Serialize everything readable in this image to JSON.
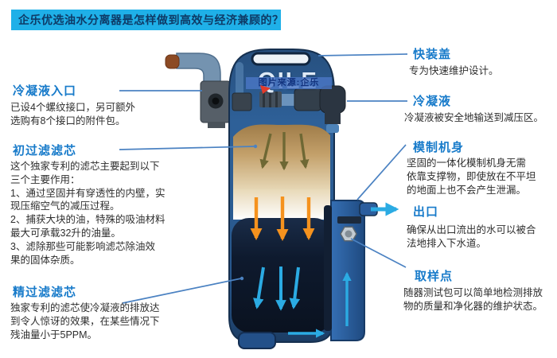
{
  "title": "企乐优选油水分离器是怎样做到高效与经济兼顾的？",
  "brand": {
    "logo": "QILE",
    "watermark": "图片来源:企乐"
  },
  "left_labels": [
    {
      "heading": "冷凝液入口",
      "body": "已设4个螺纹接口，另可额外\n选购有8个接口的附件包。"
    },
    {
      "heading": "初过滤滤芯",
      "body": "这个独家专利的滤芯主要起到以下\n三个主要作用：\n1、通过坚固并有穿透性的内壁，实\n现压缩空气的减压过程。\n2、捕获大块的油，特殊的吸油材料\n最大可承载32升的油量。\n3、滤除那些可能影响滤芯除油效\n果的固体杂质。"
    },
    {
      "heading": "精过滤滤芯",
      "body": "独家专利的滤芯使冷凝液的排放达\n到令人惊讶的效果，在某些情况下\n残油量小于5PPM。"
    }
  ],
  "right_labels": [
    {
      "heading": "快装盖",
      "body": "专为快速维护设计。"
    },
    {
      "heading": "冷凝液",
      "body": "冷凝液被安全地输送到减压区。"
    },
    {
      "heading": "模制机身",
      "body": "坚固的一体化模制机身无需\n依靠支撑物，即使放在不平坦\n的地面上也不会产生泄漏。"
    },
    {
      "heading": "出口",
      "body": "确保从出口流出的水可以被合\n法地排入下水道。"
    },
    {
      "heading": "取样点",
      "body": "随器测试包可以简单地检测排放\n物的质量和净化器的维护状态。"
    }
  ],
  "colors": {
    "banner_bg": "#1fb0e8",
    "banner_text": "#0e3a66",
    "heading_blue": "#187bca",
    "body_text": "#2e2e2e",
    "connector_line": "#4b82c2",
    "tank_blue": "#2b5f9b",
    "tank_dark": "#16304f",
    "filter_tan": "#c09a63",
    "chamber_dark": "#0d1726",
    "arrow_orange": "#f5921e",
    "arrow_cyan": "#2babe3",
    "arrow_olive": "#6e6834"
  }
}
